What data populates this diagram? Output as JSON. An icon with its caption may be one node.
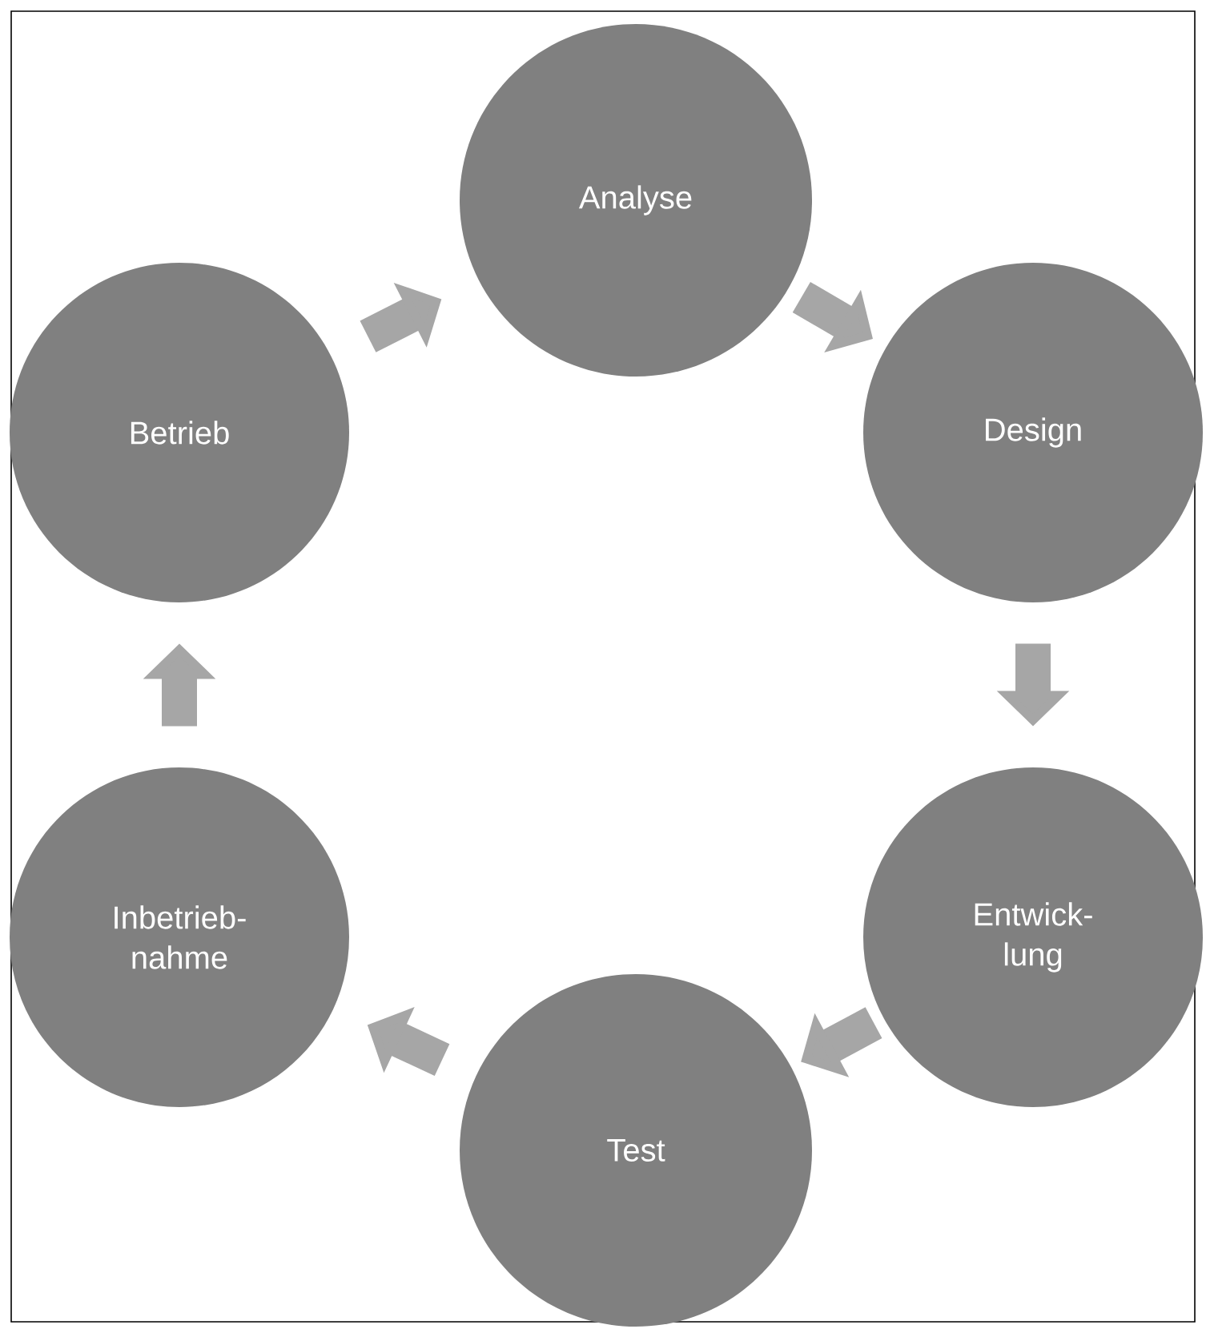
{
  "diagram": {
    "nodes": [
      {
        "text": [
          "Analyse"
        ]
      },
      {
        "text": [
          "Design"
        ]
      },
      {
        "text": [
          "Entwick- lung"
        ]
      },
      {
        "text": [
          "Test"
        ]
      },
      {
        "text": [
          "Inbetrieb- nahme"
        ]
      },
      {
        "text": [
          "Betrieb"
        ]
      }
    ],
    "edges": [
      {
        "from": 0,
        "to": 1,
        "arrow": "to"
      },
      {
        "from": 1,
        "to": 2,
        "arrow": "to"
      },
      {
        "from": 2,
        "to": 3,
        "arrow": "to"
      },
      {
        "from": 3,
        "to": 4,
        "arrow": "to"
      },
      {
        "from": 4,
        "to": 5,
        "arrow": "to"
      },
      {
        "from": 5,
        "to": 0,
        "arrow": "to"
      }
    ]
  }
}
